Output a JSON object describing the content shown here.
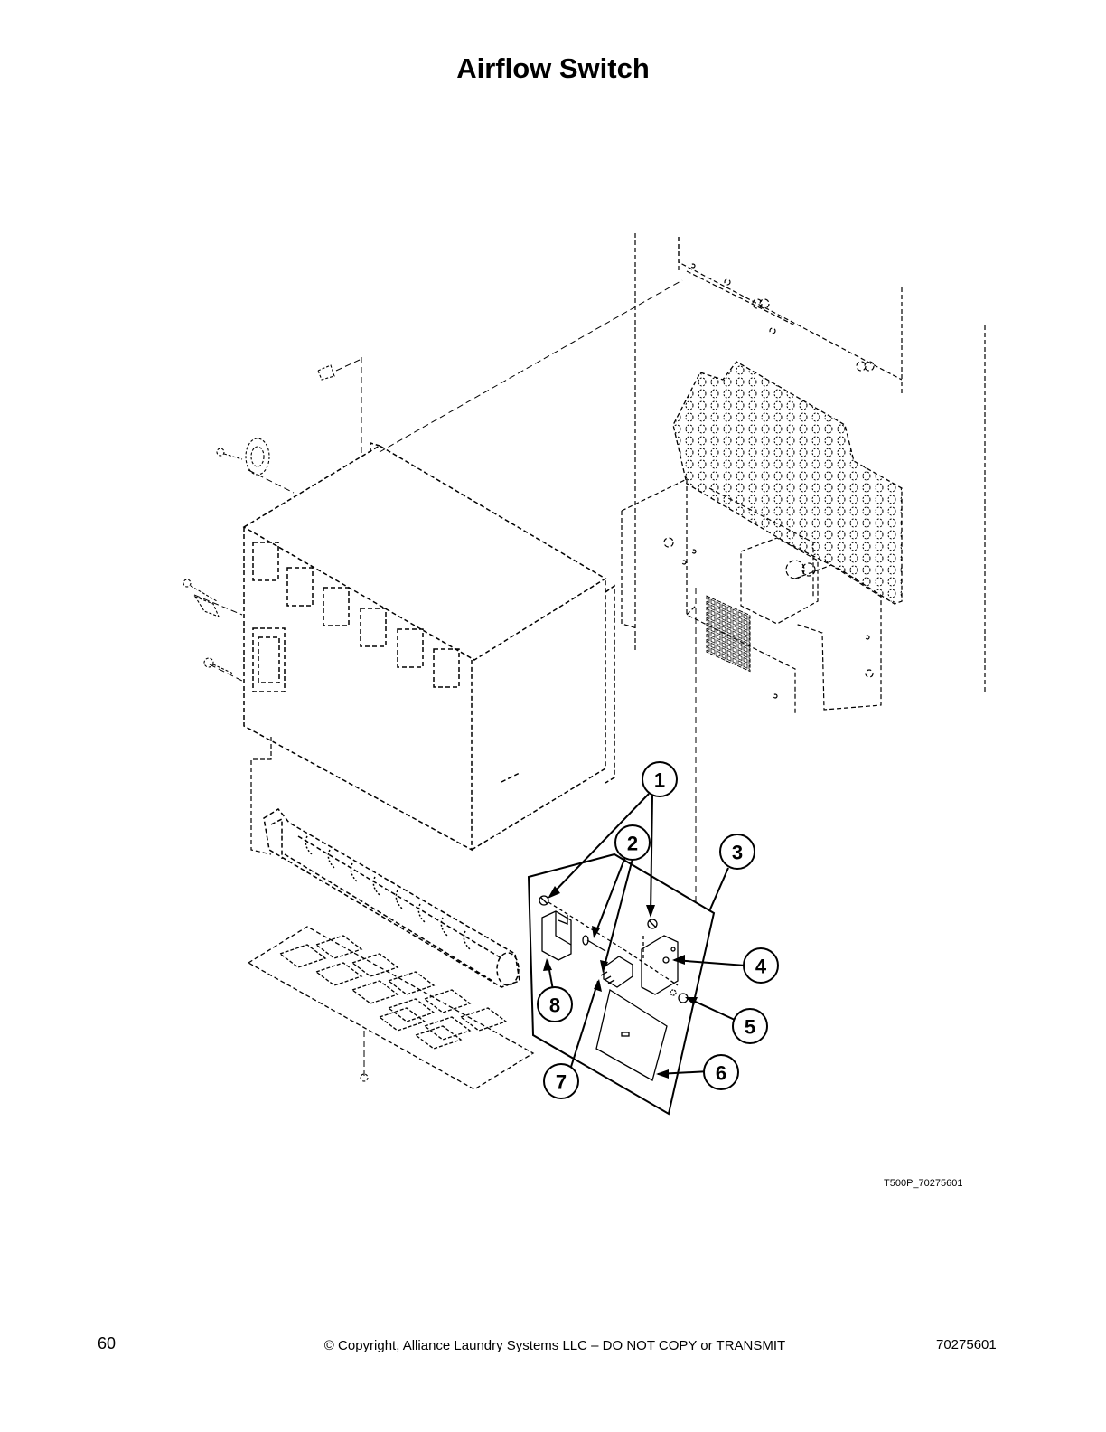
{
  "page": {
    "title": "Airflow Switch",
    "figure_id": "T500P_70275601",
    "page_number": "60",
    "copyright": "© Copyright, Alliance Laundry Systems LLC – DO NOT COPY or TRANSMIT",
    "doc_number": "70275601"
  },
  "callouts": [
    "1",
    "2",
    "3",
    "4",
    "5",
    "6",
    "7",
    "8"
  ]
}
